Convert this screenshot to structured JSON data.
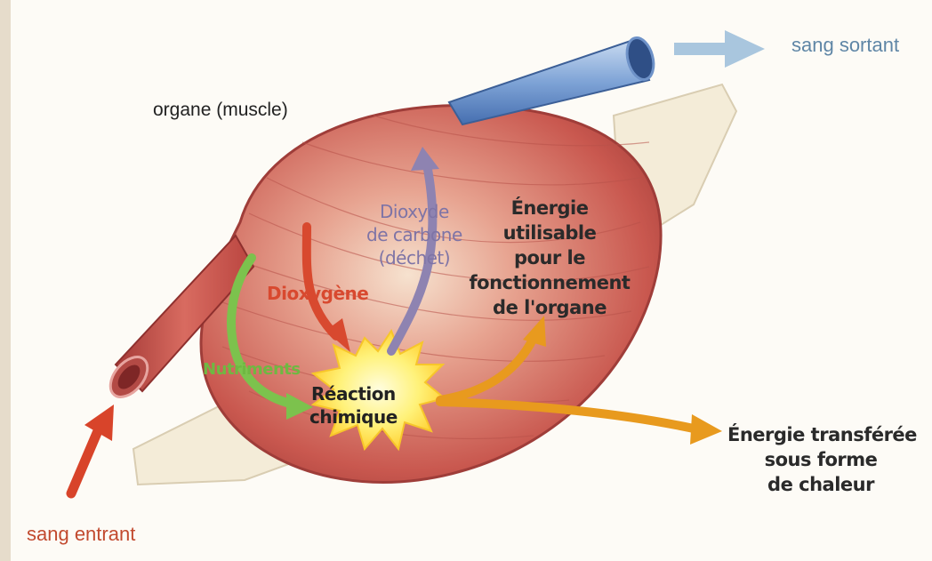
{
  "labels": {
    "organ": "organe (muscle)",
    "blood_out": "sang sortant",
    "blood_in": "sang entrant",
    "co2": [
      "Dioxyde",
      "de carbone",
      "(déchet)"
    ],
    "oxygen": "Dioxygène",
    "nutrients": "Nutriments",
    "reaction": [
      "Réaction",
      "chimique"
    ],
    "usable_energy": [
      "Énergie",
      "utilisable",
      "pour le",
      "fonctionnement",
      "de l'organe"
    ],
    "heat_energy": [
      "Énergie transférée",
      "sous forme",
      "de chaleur"
    ]
  },
  "colors": {
    "muscle": "#c9584f",
    "tendon": "#f4ecd8",
    "artery": "#c94a45",
    "vein": "#5f86c4",
    "oxygen_arrow": "#d8492f",
    "co2_arrow": "#8e83b1",
    "nutrient_arrow": "#7cc24d",
    "energy_arrow": "#e89a1e",
    "blood_in_arrow": "#d8442a",
    "blood_out_arrow": "#a9c6de",
    "spark": "#fff27a"
  }
}
